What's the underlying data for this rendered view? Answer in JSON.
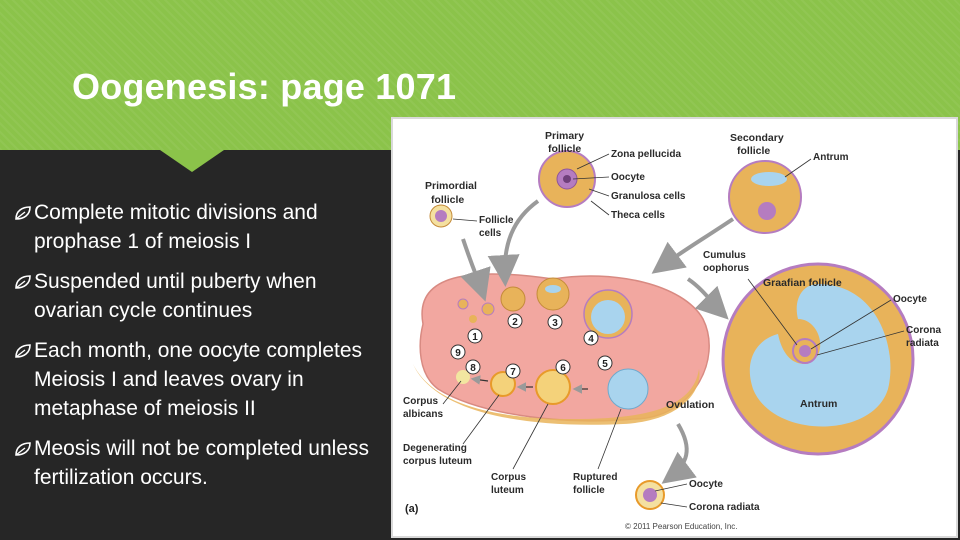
{
  "slide": {
    "title": "Oogenesis: page 1071",
    "bullets": [
      "Complete mitotic divisions and prophase 1 of meiosis I",
      "Suspended until puberty when ovarian cycle continues",
      "Each month, one oocyte completes Meiosis I and leaves ovary in metaphase of meiosis II",
      "Meosis will not be completed unless fertilization occurs."
    ],
    "bullet_icon": "leaf-icon"
  },
  "figure": {
    "labels": {
      "primary_follicle": [
        "Primary",
        "follicle"
      ],
      "zona_pellucida": "Zona  pellucida",
      "oocyte_primary": "Oocyte",
      "granulosa_cells": "Granulosa cells",
      "theca_cells": "Theca cells",
      "secondary_follicle": [
        "Secondary",
        "follicle"
      ],
      "antrum_secondary": "Antrum",
      "primordial_follicle": [
        "Primordial",
        "follicle"
      ],
      "follicle_cells": [
        "Follicle",
        "cells"
      ],
      "cumulus_oophorus": [
        "Cumulus",
        "oophorus"
      ],
      "graafian_follicle": "Graafian follicle",
      "oocyte_graafian": "Oocyte",
      "corona_radiata_graafian": [
        "Corona",
        "radiata"
      ],
      "antrum_graafian": "Antrum",
      "corpus_albicans": [
        "Corpus",
        "albicans"
      ],
      "ovulation": "Ovulation",
      "degenerating_corpus_luteum": [
        "Degenerating",
        "corpus luteum"
      ],
      "corpus_luteum": [
        "Corpus",
        "luteum"
      ],
      "ruptured_follicle": [
        "Ruptured",
        "follicle"
      ],
      "oocyte_ovulated": "Oocyte",
      "corona_radiata_ovulated": "Corona radiata",
      "part_label": "(a)",
      "copyright": "© 2011 Pearson Education, Inc."
    },
    "stage_numbers": [
      "1",
      "2",
      "3",
      "4",
      "5",
      "6",
      "7",
      "8",
      "9"
    ],
    "colors": {
      "green_header": "#8bc34a",
      "dark_bg": "#262626",
      "ovary": "#f2a7a0",
      "follicle": "#e8b35a",
      "antrum": "#a9d4ee",
      "oocyte": "#b57cc0",
      "arrow": "#9a9a9a"
    }
  }
}
